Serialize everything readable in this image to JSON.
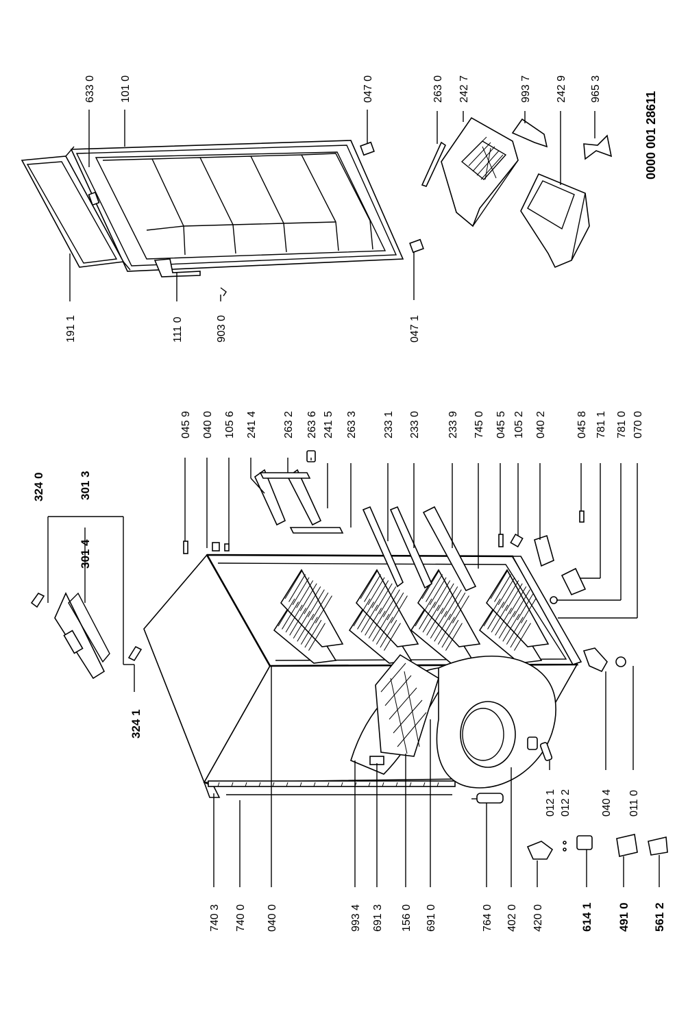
{
  "document_code": "0000 001 28611",
  "labels_left_column": [
    "740 3",
    "740 0",
    "040 0",
    "993 4",
    "691 3",
    "156 0",
    "691 0",
    "764 0",
    "402 0",
    "420 0",
    "614 1",
    "491 0",
    "561 2"
  ],
  "labels_bottom_row": [
    "012 1",
    "012 2",
    "040 4",
    "011 0"
  ],
  "labels_cabinet_top": [
    "324 1",
    "301 4",
    "301 3",
    "324 0"
  ],
  "labels_cabinet_right": [
    "045 9",
    "040 0",
    "105 6",
    "241 4",
    "263 2",
    "263 6",
    "241 5",
    "263 3",
    "233 1",
    "233 0",
    "233 9",
    "745 0",
    "045 5",
    "105 2",
    "040 2",
    "045 8",
    "781 1",
    "781 0",
    "070 0"
  ],
  "labels_door": [
    "191 1",
    "111 0",
    "903 0",
    "633 0",
    "101 0",
    "047 0",
    "047 1"
  ],
  "labels_drawers": [
    "263 0",
    "242 7",
    "993 7",
    "242 9",
    "965 3"
  ]
}
